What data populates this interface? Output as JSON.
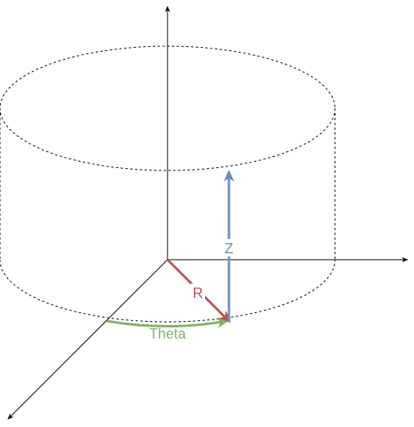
{
  "labels": {
    "z": "Z",
    "r": "R",
    "theta": "Theta"
  },
  "colors": {
    "axes": "#000000",
    "cylinder_outline": "#000000",
    "z_vector": "#6C8EBF",
    "r_vector": "#B85450",
    "theta_arc": "#82B366"
  }
}
